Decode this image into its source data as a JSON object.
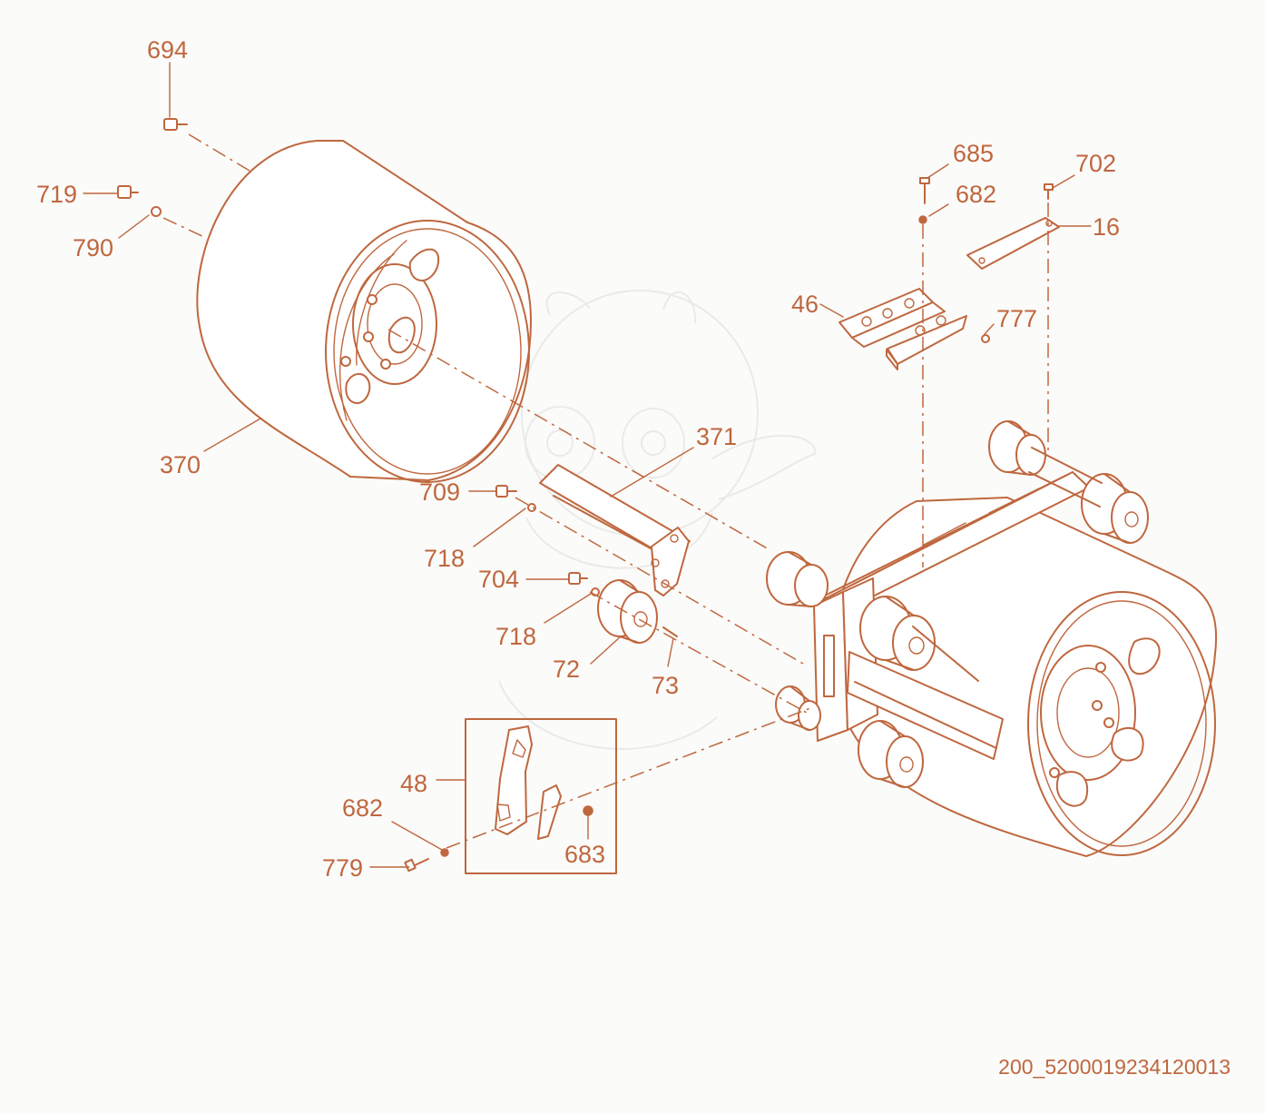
{
  "colors": {
    "ink": "#bf673e",
    "background": "#fbfbfa"
  },
  "callouts": [
    "694",
    "719",
    "790",
    "370",
    "685",
    "682",
    "702",
    "16",
    "46",
    "777",
    "371",
    "709",
    "718",
    "704",
    "718",
    "72",
    "73",
    "48",
    "682",
    "779",
    "683"
  ],
  "footer": {
    "drawing_id": "200_5200019234120013"
  },
  "icons": {
    "watermark": "dragon-watermark-icon"
  }
}
